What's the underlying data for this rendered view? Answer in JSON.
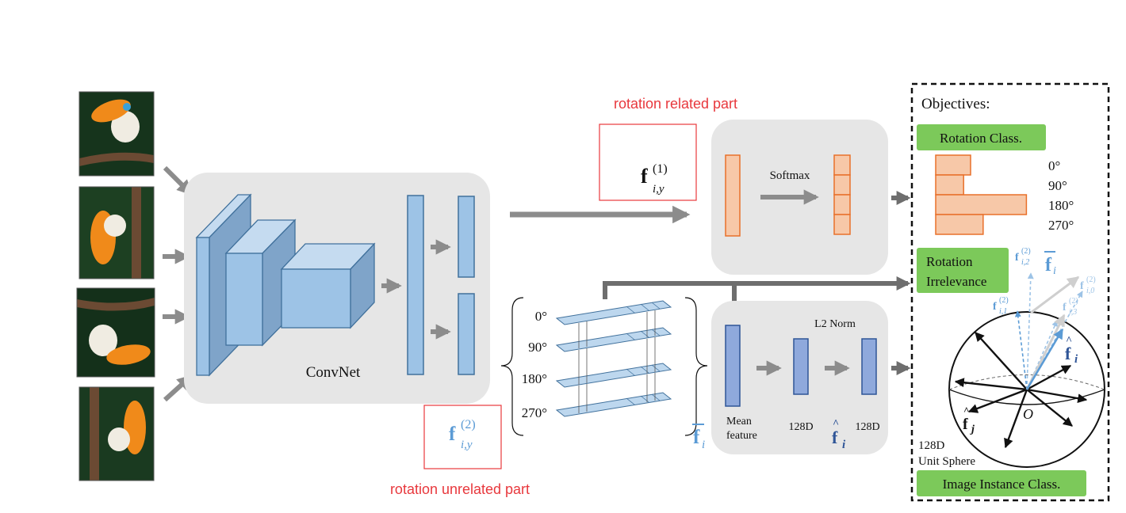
{
  "labels": {
    "rotation_related": "rotation related part",
    "rotation_unrelated": "rotation unrelated part",
    "convnet": "ConvNet",
    "softmax": "Softmax",
    "l2norm": "L2 Norm",
    "mean_feature_1": "Mean",
    "mean_feature_2": "feature",
    "dim_128_a": "128D",
    "dim_128_b": "128D",
    "objectives": "Objectives:",
    "rotation_class": "Rotation Class.",
    "rotation_irrelevance_1": "Rotation",
    "rotation_irrelevance_2": "Irrelevance",
    "image_instance_class": "Image Instance Class.",
    "unit_sphere_1": "128D",
    "unit_sphere_2": "Unit Sphere",
    "origin": "O"
  },
  "angles": [
    "0°",
    "90°",
    "180°",
    "270°"
  ],
  "class_angles": [
    "0°",
    "90°",
    "180°",
    "270°"
  ],
  "rotation_histogram": [
    0.5,
    0.4,
    1.3,
    0.68
  ],
  "colors": {
    "red_note": "#e8383d",
    "green_box": "#7cc95a",
    "orange": "#f7c8a8",
    "orange_stroke": "#e8702a",
    "blue_box": "#9dc3e6",
    "blue_dark": "#41719c",
    "feature_blue": "#8fa9dc",
    "feature_stroke": "#2f5597",
    "panel_gray": "#e6e6e6",
    "arrow_gray": "#8c8c8c",
    "math_blue": "#5b9bd5"
  }
}
